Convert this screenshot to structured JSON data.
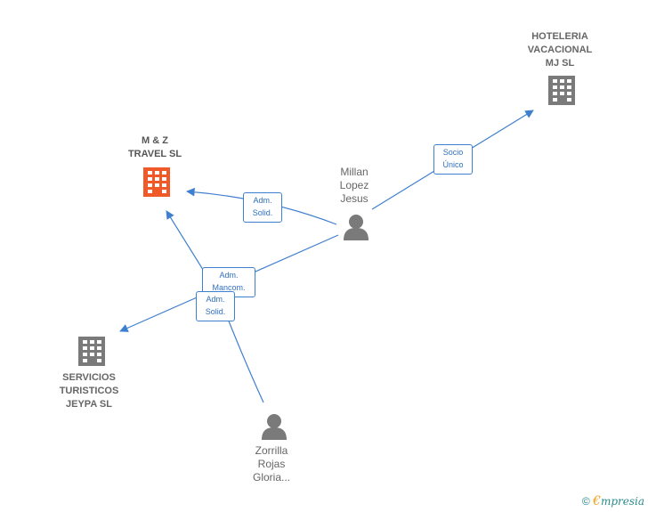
{
  "colors": {
    "edge": "#3f7fcf",
    "company": "#7a7a7a",
    "highlight": "#f05a28",
    "person": "#7a7a7a"
  },
  "nodes": {
    "hoteleria": {
      "lines": [
        "HOTELERIA",
        "VACACIONAL",
        "MJ  SL"
      ],
      "icon": "building-icon"
    },
    "mz_travel": {
      "lines": [
        "M & Z",
        "TRAVEL  SL"
      ],
      "icon": "building-icon"
    },
    "millan": {
      "lines": [
        "Millan",
        "Lopez",
        "Jesus"
      ],
      "icon": "person-icon"
    },
    "servicios": {
      "lines": [
        "SERVICIOS",
        "TURISTICOS",
        "JEYPA  SL"
      ],
      "icon": "building-icon"
    },
    "zorrilla": {
      "lines": [
        "Zorrilla",
        "Rojas",
        "Gloria..."
      ],
      "icon": "person-icon"
    }
  },
  "edges": [
    {
      "from": "millan",
      "to": "hoteleria",
      "label": [
        "Socio",
        "Único"
      ]
    },
    {
      "from": "millan",
      "to": "mz_travel",
      "label": [
        "Adm.",
        "Solid."
      ]
    },
    {
      "from": "millan",
      "to": "servicios",
      "label": [
        "Adm.",
        "Mancom."
      ]
    },
    {
      "from": "zorrilla",
      "to": "mz_travel",
      "label": [
        "Adm.",
        "Solid."
      ]
    }
  ],
  "footer": {
    "copyright": "©",
    "brand_first": "€",
    "brand_rest": "mpresia"
  }
}
